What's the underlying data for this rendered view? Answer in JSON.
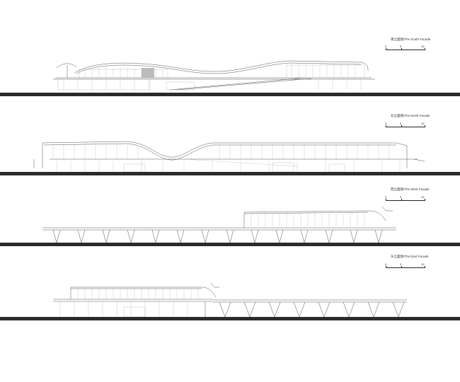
{
  "sheet": {
    "title": "Elevations",
    "facades": [
      {
        "id": "south",
        "label": "南立面图/The South Facade",
        "scale": [
          "0",
          "5",
          "10"
        ]
      },
      {
        "id": "north",
        "label": "北立面图/The North Facade",
        "scale": [
          "0",
          "5",
          "10"
        ]
      },
      {
        "id": "west",
        "label": "西立面图/The West Facade",
        "scale": [
          "0",
          "5",
          "10"
        ]
      },
      {
        "id": "east",
        "label": "东立面图/The East Facade",
        "scale": [
          "0",
          "5",
          "10"
        ]
      }
    ]
  }
}
